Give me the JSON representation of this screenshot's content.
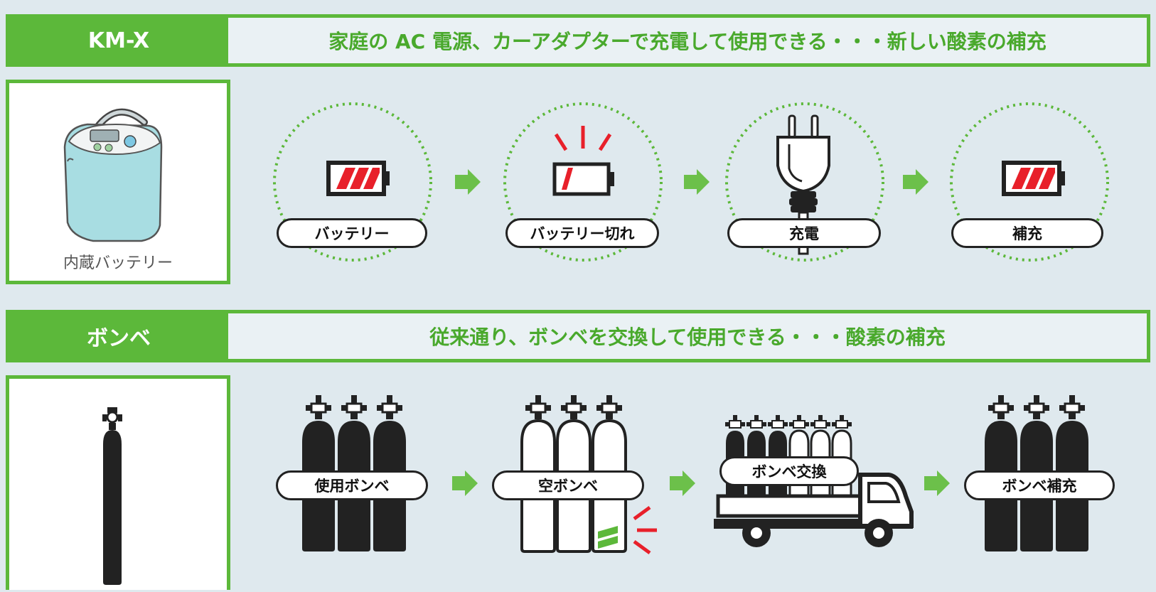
{
  "rows": [
    {
      "tag": "KM-X",
      "headline": "家庭の AC 電源、カーアダプターで充電して使用できる・・・新しい酸素の補充",
      "device_label": "内蔵バッテリー",
      "steps": [
        {
          "label": "バッテリー",
          "icon": "battery-full-icon"
        },
        {
          "label": "バッテリー切れ",
          "icon": "battery-empty-icon"
        },
        {
          "label": "充電",
          "icon": "power-plug-icon"
        },
        {
          "label": "補充",
          "icon": "battery-full-icon"
        }
      ]
    },
    {
      "tag": "ボンベ",
      "headline": "従来通り、ボンベを交換して使用できる・・・酸素の補充",
      "device_label": "",
      "steps": [
        {
          "label": "使用ボンベ",
          "icon": "gas-cylinders-full-icon"
        },
        {
          "label": "空ボンベ",
          "icon": "gas-cylinders-empty-icon"
        },
        {
          "label": "ボンベ交換",
          "icon": "delivery-truck-icon"
        },
        {
          "label": "ボンベ補充",
          "icon": "gas-cylinders-full-icon"
        }
      ]
    }
  ],
  "colors": {
    "accent_green": "#5cb83a",
    "arrow_green": "#6cc04a",
    "alert_red": "#e8202a",
    "background": "#dfe9ee",
    "device_body": "#a8dde2"
  }
}
